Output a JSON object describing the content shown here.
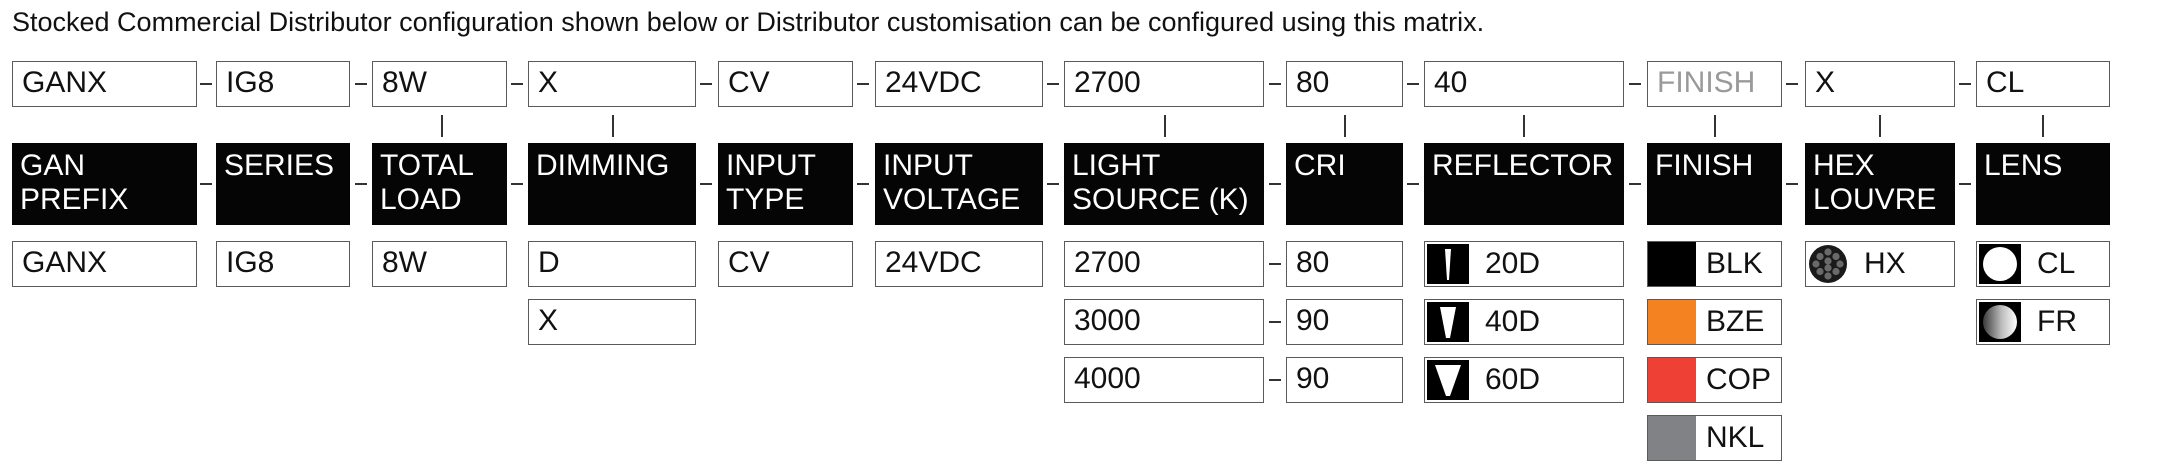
{
  "intro": "Stocked Commercial Distributor configuration shown below or Distributor customisation can be configured using this matrix.",
  "selection": [
    "GANX",
    "IG8",
    "8W",
    "X",
    "CV",
    "24VDC",
    "2700",
    "80",
    "40",
    "FINISH",
    "X",
    "CL"
  ],
  "headers": [
    "GAN\nPREFIX",
    "SERIES",
    "TOTAL\nLOAD",
    "DIMMING",
    "INPUT\nTYPE",
    "INPUT\nVOLTAGE",
    "LIGHT\nSOURCE (K)",
    "CRI",
    "REFLECTOR",
    "FINISH",
    "HEX\nLOUVRE",
    "LENS"
  ],
  "options": {
    "gan_prefix": [
      "GANX"
    ],
    "series": [
      "IG8"
    ],
    "total_load": [
      "8W"
    ],
    "dimming": [
      "D",
      "X"
    ],
    "input_type": [
      "CV"
    ],
    "input_voltage": [
      "24VDC"
    ],
    "light_source": [
      "2700",
      "3000",
      "4000"
    ],
    "cri": [
      "80",
      "90",
      "90"
    ],
    "reflector": [
      {
        "label": "20D",
        "icon": "narrow-beam-icon"
      },
      {
        "label": "40D",
        "icon": "medium-beam-icon"
      },
      {
        "label": "60D",
        "icon": "wide-beam-icon"
      }
    ],
    "finish": [
      {
        "label": "BLK",
        "color": "#000000"
      },
      {
        "label": "BZE",
        "color": "#f58220"
      },
      {
        "label": "COP",
        "color": "#ee4035"
      },
      {
        "label": "NKL",
        "color": "#808285"
      }
    ],
    "hex_louvre": [
      {
        "label": "HX",
        "icon": "hex-louvre-icon"
      }
    ],
    "lens": [
      {
        "label": "CL",
        "icon": "clear-lens-icon"
      },
      {
        "label": "FR",
        "icon": "frosted-lens-icon"
      }
    ]
  },
  "colors": {
    "header_bg": "#050505",
    "border": "#5a5a5a",
    "placeholder_text": "#9a9a9a"
  }
}
